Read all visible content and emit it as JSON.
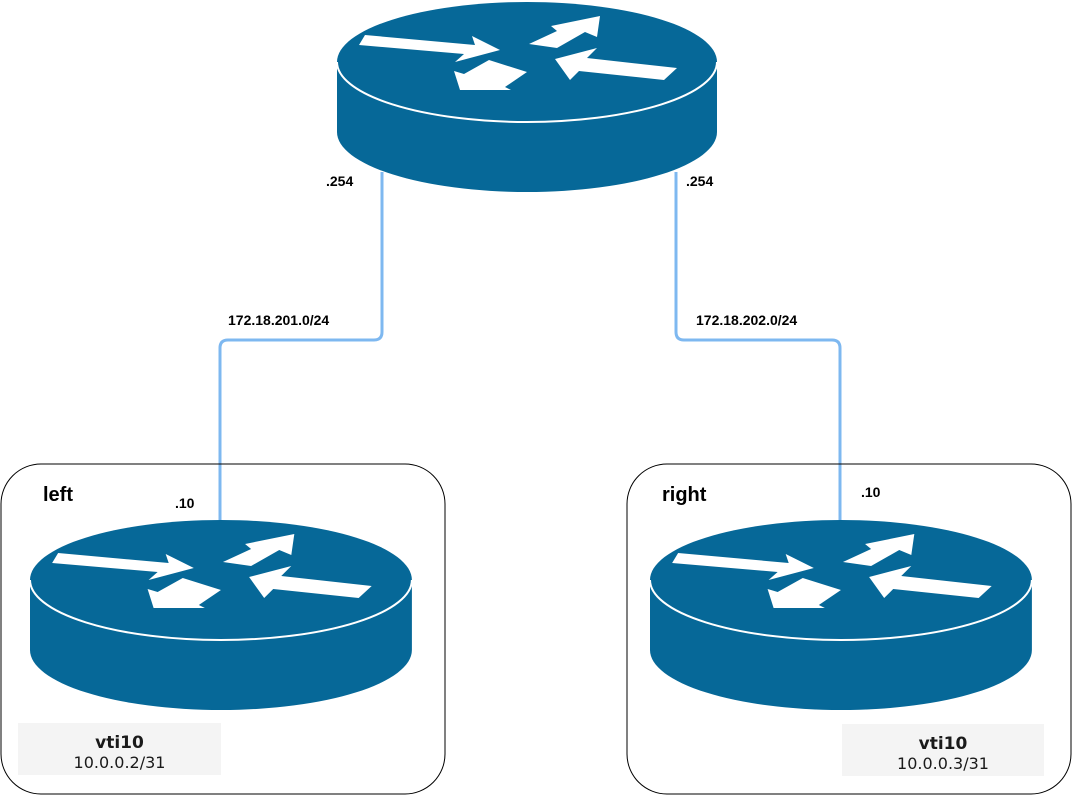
{
  "diagram": {
    "colors": {
      "router_fill": "#066898",
      "router_edge": "#ffffff",
      "link": "#7eb8f0",
      "group_border": "#000000",
      "label_box": "#f4f4f4"
    },
    "nodes": {
      "core": {
        "type": "router",
        "icon": "router-icon"
      },
      "left": {
        "type": "router",
        "icon": "router-icon",
        "name": "left",
        "link_ip": ".10",
        "interface": {
          "name": "vti10",
          "address": "10.0.0.2/31"
        }
      },
      "right": {
        "type": "router",
        "icon": "router-icon",
        "name": "right",
        "link_ip": ".10",
        "interface": {
          "name": "vti10",
          "address": "10.0.0.3/31"
        }
      }
    },
    "links": [
      {
        "from": "core",
        "to": "left",
        "subnet": "172.18.201.0/24",
        "core_ip": ".254",
        "edge_ip": ".10"
      },
      {
        "from": "core",
        "to": "right",
        "subnet": "172.18.202.0/24",
        "core_ip": ".254",
        "edge_ip": ".10"
      }
    ]
  }
}
